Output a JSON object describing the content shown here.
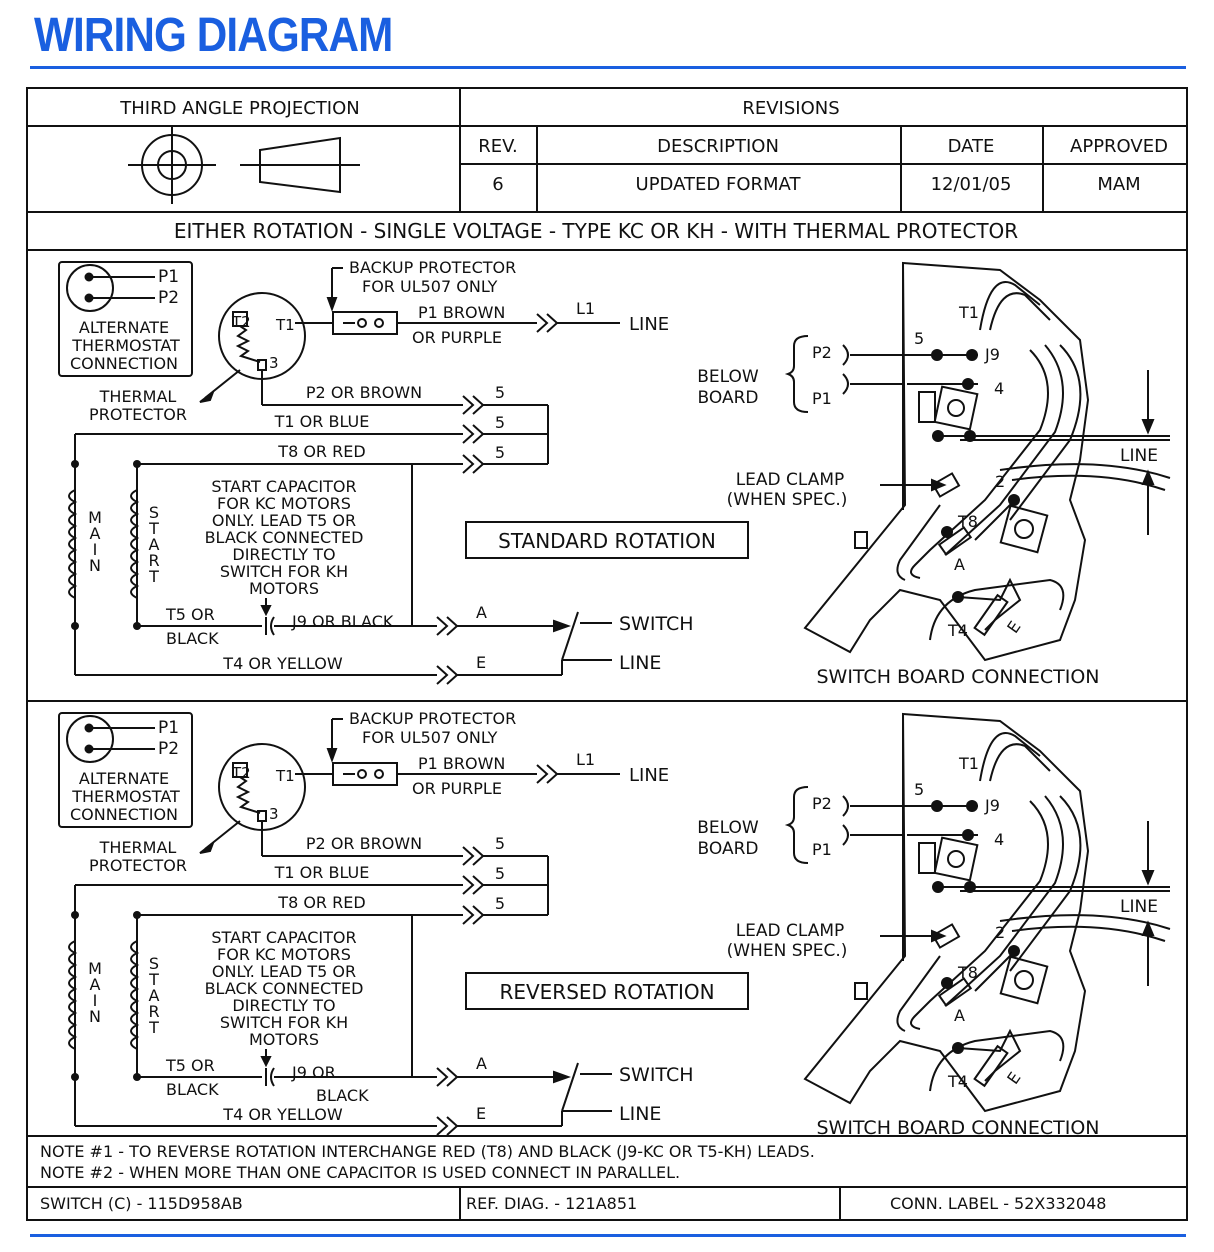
{
  "title": "WIRING DIAGRAM",
  "header": {
    "projection_label": "THIRD ANGLE PROJECTION",
    "revisions_label": "REVISIONS",
    "columns": [
      "REV.",
      "DESCRIPTION",
      "DATE",
      "APPROVED"
    ],
    "row": {
      "rev": "6",
      "description": "UPDATED  FORMAT",
      "date": "12/01/05",
      "approved": "MAM"
    }
  },
  "subtitle": "EITHER ROTATION - SINGLE VOLTAGE - TYPE KC OR KH - WITH THERMAL PROTECTOR",
  "panels": [
    {
      "rotation_label": "STANDARD ROTATION",
      "thermostat": {
        "p1": "P1",
        "p2": "P2",
        "line1": "ALTERNATE",
        "line2": "THERMOSTAT",
        "line3": "CONNECTION"
      },
      "thermal_protector": {
        "line1": "THERMAL",
        "line2": "PROTECTOR",
        "t2": "T2",
        "t1": "T1",
        "n3": "3"
      },
      "backup": {
        "line1": "BACKUP  PROTECTOR",
        "line2": "FOR UL507  ONLY"
      },
      "p1_lead": {
        "line1": "P1  BROWN",
        "line2": "OR  PURPLE"
      },
      "l1": "L1",
      "line_label": "LINE",
      "leads": {
        "p2": "P2  OR  BROWN",
        "t1": "T1  OR  BLUE",
        "t8": "T8  OR  RED",
        "five": "5"
      },
      "main": [
        "M",
        "A",
        "I",
        "N"
      ],
      "start": [
        "S",
        "T",
        "A",
        "R",
        "T"
      ],
      "capacitor_note": [
        "START  CAPACITOR",
        "FOR  KC  MOTORS",
        "ONLY.  LEAD  T5  OR",
        "BLACK  CONNECTED",
        "DIRECTLY  TO",
        "SWITCH  FOR  KH",
        "MOTORS"
      ],
      "t5a": "T5  OR",
      "t5b": "BLACK",
      "j9a": "J9  OR  BLACK",
      "j9b": "",
      "a": "A",
      "e": "E",
      "t4": "T4  OR  YELLOW",
      "switch": "SWITCH",
      "switch_line": "LINE",
      "board": {
        "below1": "BELOW",
        "below2": "BOARD",
        "p2": "P2",
        "p1": "P1",
        "five": "5",
        "t1": "T1",
        "j9": "J9",
        "four": "4",
        "line": "LINE",
        "clamp1": "LEAD  CLAMP",
        "clamp2": "(WHEN  SPEC.)",
        "two": "2",
        "t8": "T8",
        "a": "A",
        "t4": "T4",
        "e": "E",
        "caption": "SWITCH  BOARD  CONNECTION"
      }
    },
    {
      "rotation_label": "REVERSED  ROTATION",
      "thermostat": {
        "p1": "P1",
        "p2": "P2",
        "line1": "ALTERNATE",
        "line2": "THERMOSTAT",
        "line3": "CONNECTION"
      },
      "thermal_protector": {
        "line1": "THERMAL",
        "line2": "PROTECTOR",
        "t2": "T2",
        "t1": "T1",
        "n3": "3"
      },
      "backup": {
        "line1": "BACKUP  PROTECTOR",
        "line2": "FOR UL507  ONLY"
      },
      "p1_lead": {
        "line1": "P1  BROWN",
        "line2": "OR  PURPLE"
      },
      "l1": "L1",
      "line_label": "LINE",
      "leads": {
        "p2": "P2  OR  BROWN",
        "t1": "T1  OR  BLUE",
        "t8": "T8  OR  RED",
        "five": "5"
      },
      "main": [
        "M",
        "A",
        "I",
        "N"
      ],
      "start": [
        "S",
        "T",
        "A",
        "R",
        "T"
      ],
      "capacitor_note": [
        "START  CAPACITOR",
        "FOR  KC  MOTORS",
        "ONLY.  LEAD  T5  OR",
        "BLACK  CONNECTED",
        "DIRECTLY  TO",
        "SWITCH  FOR  KH",
        "MOTORS"
      ],
      "t5a": "T5  OR",
      "t5b": "BLACK",
      "j9a": "J9  OR",
      "j9b": "BLACK",
      "a": "A",
      "e": "E",
      "t4": "T4  OR  YELLOW",
      "switch": "SWITCH",
      "switch_line": "LINE",
      "board": {
        "below1": "BELOW",
        "below2": "BOARD",
        "p2": "P2",
        "p1": "P1",
        "five": "5",
        "t1": "T1",
        "j9": "J9",
        "four": "4",
        "line": "LINE",
        "clamp1": "LEAD  CLAMP",
        "clamp2": "(WHEN  SPEC.)",
        "two": "2",
        "t8": "T8",
        "a": "A",
        "t4": "T4",
        "e": "E",
        "caption": "SWITCH  BOARD  CONNECTION"
      }
    }
  ],
  "notes": [
    "NOTE  #1  -  TO  REVERSE  ROTATION  INTERCHANGE  RED  (T8)  AND  BLACK  (J9-KC  OR  T5-KH)  LEADS.",
    "NOTE  #2  -  WHEN  MORE  THAN  ONE  CAPACITOR  IS  USED  CONNECT  IN  PARALLEL."
  ],
  "footer": {
    "switch_ref": "SWITCH (C)  -  115D958AB",
    "ref_diag": "REF. DIAG.  -  121A851",
    "conn_label": "CONN. LABEL  -  52X332048"
  },
  "colors": {
    "accent": "#1a5fe0",
    "ink": "#111111"
  }
}
